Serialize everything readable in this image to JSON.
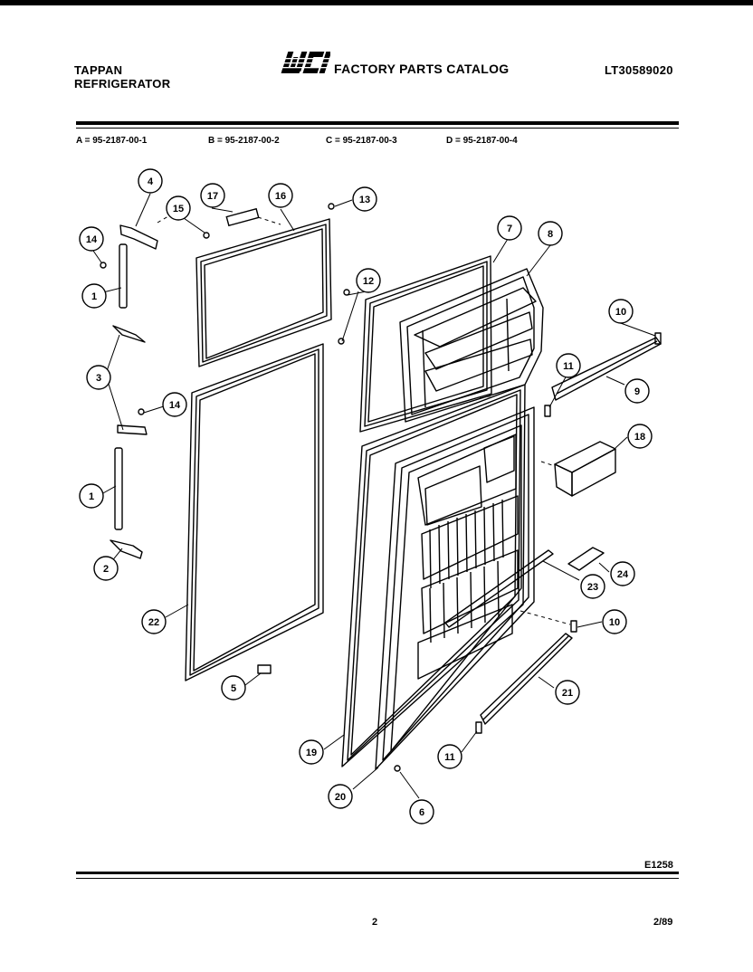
{
  "header": {
    "brand": "TAPPAN",
    "product": "REFRIGERATOR",
    "logo_text": "WCI",
    "catalog_title": "FACTORY PARTS CATALOG",
    "model": "LT30589020"
  },
  "codes": [
    "A = 95-2187-00-1",
    "B = 95-2187-00-2",
    "C = 95-2187-00-3",
    "D = 95-2187-00-4"
  ],
  "callouts": {
    "c1a": "1",
    "c1b": "1",
    "c2": "2",
    "c3": "3",
    "c4": "4",
    "c5": "5",
    "c6": "6",
    "c7": "7",
    "c8": "8",
    "c9": "9",
    "c10a": "10",
    "c10b": "10",
    "c11a": "11",
    "c11b": "11",
    "c12": "12",
    "c13": "13",
    "c14a": "14",
    "c14b": "14",
    "c15": "15",
    "c16": "16",
    "c17": "17",
    "c18": "18",
    "c19": "19",
    "c20": "20",
    "c21": "21",
    "c22": "22",
    "c23": "23",
    "c24": "24"
  },
  "footer": {
    "drawing_code": "E1258",
    "page_number": "2",
    "date": "2/89"
  }
}
